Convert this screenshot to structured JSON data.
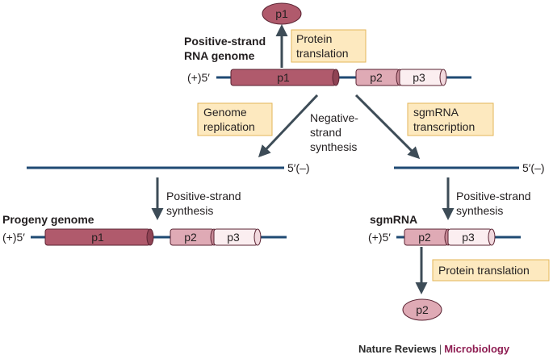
{
  "colors": {
    "line": "#1f4a73",
    "arrow": "#3d4c57",
    "box_fill": "#fde9bf",
    "box_stroke": "#e3b65a",
    "p1_fill": "#b05a6c",
    "p2_fill": "#dfaab5",
    "p3_fill": "#fbeef0",
    "accent_credit": "#8e1d52"
  },
  "top": {
    "title_line1": "Positive-strand",
    "title_line2": "RNA genome",
    "strand_end_label": "(+)5′",
    "protein_product": "p1",
    "translation_box": [
      "Protein",
      "translation"
    ],
    "genes": [
      "p1",
      "p2",
      "p3"
    ]
  },
  "middle": {
    "genome_box": [
      "Genome",
      "replication"
    ],
    "negative_label": [
      "Negative-",
      "strand",
      "synthesis"
    ],
    "sgm_box": [
      "sgmRNA",
      "transcription"
    ],
    "left_strand_end": "5′(–)",
    "right_strand_end": "5′(–)",
    "left_synthesis": [
      "Positive-strand",
      "synthesis"
    ],
    "right_synthesis": [
      "Positive-strand",
      "synthesis"
    ]
  },
  "bottom_left": {
    "title": "Progeny genome",
    "strand_end_label": "(+)5′",
    "genes": [
      "p1",
      "p2",
      "p3"
    ]
  },
  "bottom_right": {
    "title": "sgmRNA",
    "strand_end_label": "(+)5′",
    "genes": [
      "p2",
      "p3"
    ],
    "translation_box": "Protein translation",
    "protein_product": "p2"
  },
  "credit": {
    "journal": "Nature Reviews",
    "separator": "|",
    "subject": "Microbiology"
  }
}
